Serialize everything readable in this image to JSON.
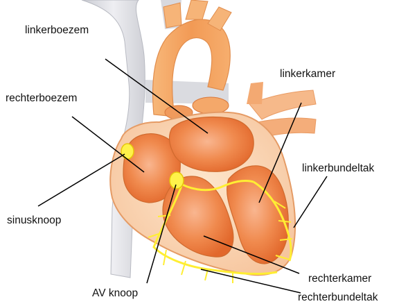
{
  "diagram": {
    "labels": {
      "linkerboezem": "linkerboezem",
      "rechterboezem": "rechterboezem",
      "sinusknoop": "sinusknoop",
      "av_knoop": "AV knoop",
      "linkerkamer": "linkerkamer",
      "linkerbundeltak": "linkerbundeltak",
      "rechterkamer": "rechterkamer",
      "rechterbundeltak": "rechterbundeltak"
    },
    "colors": {
      "background": "#ffffff",
      "vessel_grey": "#dcdde2",
      "aorta_orange": "#f4a562",
      "heart_wall": "#fbd7b5",
      "chamber_inner": "#ee7d3d",
      "chamber_highlight": "#f8b088",
      "conduction_yellow": "#ffee33",
      "leader_line": "#000000"
    }
  }
}
